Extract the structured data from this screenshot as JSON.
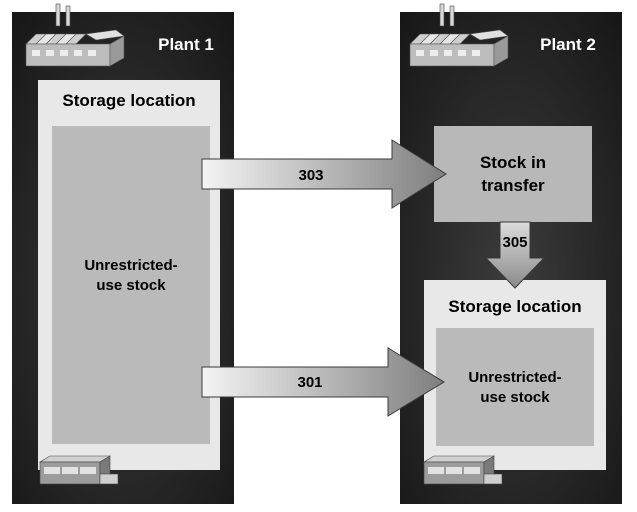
{
  "plants": [
    {
      "label": "Plant 1",
      "storage_location": {
        "title": "Storage location",
        "stock_lines": [
          "Unrestricted-",
          "use stock"
        ]
      }
    },
    {
      "label": "Plant 2",
      "stock_in_transfer_lines": [
        "Stock in",
        "transfer"
      ],
      "storage_location": {
        "title": "Storage location",
        "stock_lines": [
          "Unrestricted-",
          "use stock"
        ]
      }
    }
  ],
  "movements": [
    {
      "code": "303"
    },
    {
      "code": "305"
    },
    {
      "code": "301"
    }
  ],
  "icons": [
    "factory-icon",
    "warehouse-icon"
  ]
}
